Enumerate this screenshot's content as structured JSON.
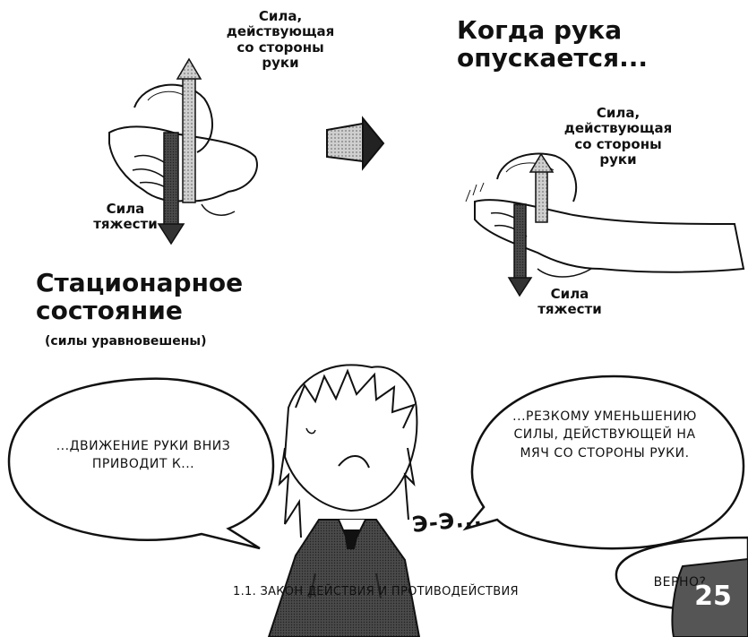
{
  "left_panel": {
    "hand_force_label": "Сила, действующая со стороны руки",
    "gravity_label": "Сила тяжести",
    "title": "Стационарное состояние",
    "subtitle": "(силы уравновешены)"
  },
  "right_panel": {
    "title": "Когда рука опускается...",
    "hand_force_label": "Сила, действующая со стороны руки",
    "gravity_label": "Сила тяжести"
  },
  "bubbles": {
    "left": "...ДВИЖЕНИЕ РУКИ ВНИЗ ПРИВОДИТ К...",
    "right": "...РЕЗКОМУ УМЕНЬШЕНИЮ СИЛЫ, ДЕЙСТВУЮЩЕЙ НА МЯЧ СО СТОРОНЫ РУКИ.",
    "bottom_right": "ВЕРНО?"
  },
  "sfx": "Э-Э...",
  "footer": {
    "section": "1.1. ЗАКОН ДЕЙСТВИЯ И ПРОТИВОДЕЙСТВИЯ",
    "page_number": "25"
  },
  "colors": {
    "ink": "#111111",
    "arrow_light": "#b9b9b9",
    "arrow_dark": "#4a4a4a",
    "page_badge": "#555555"
  }
}
